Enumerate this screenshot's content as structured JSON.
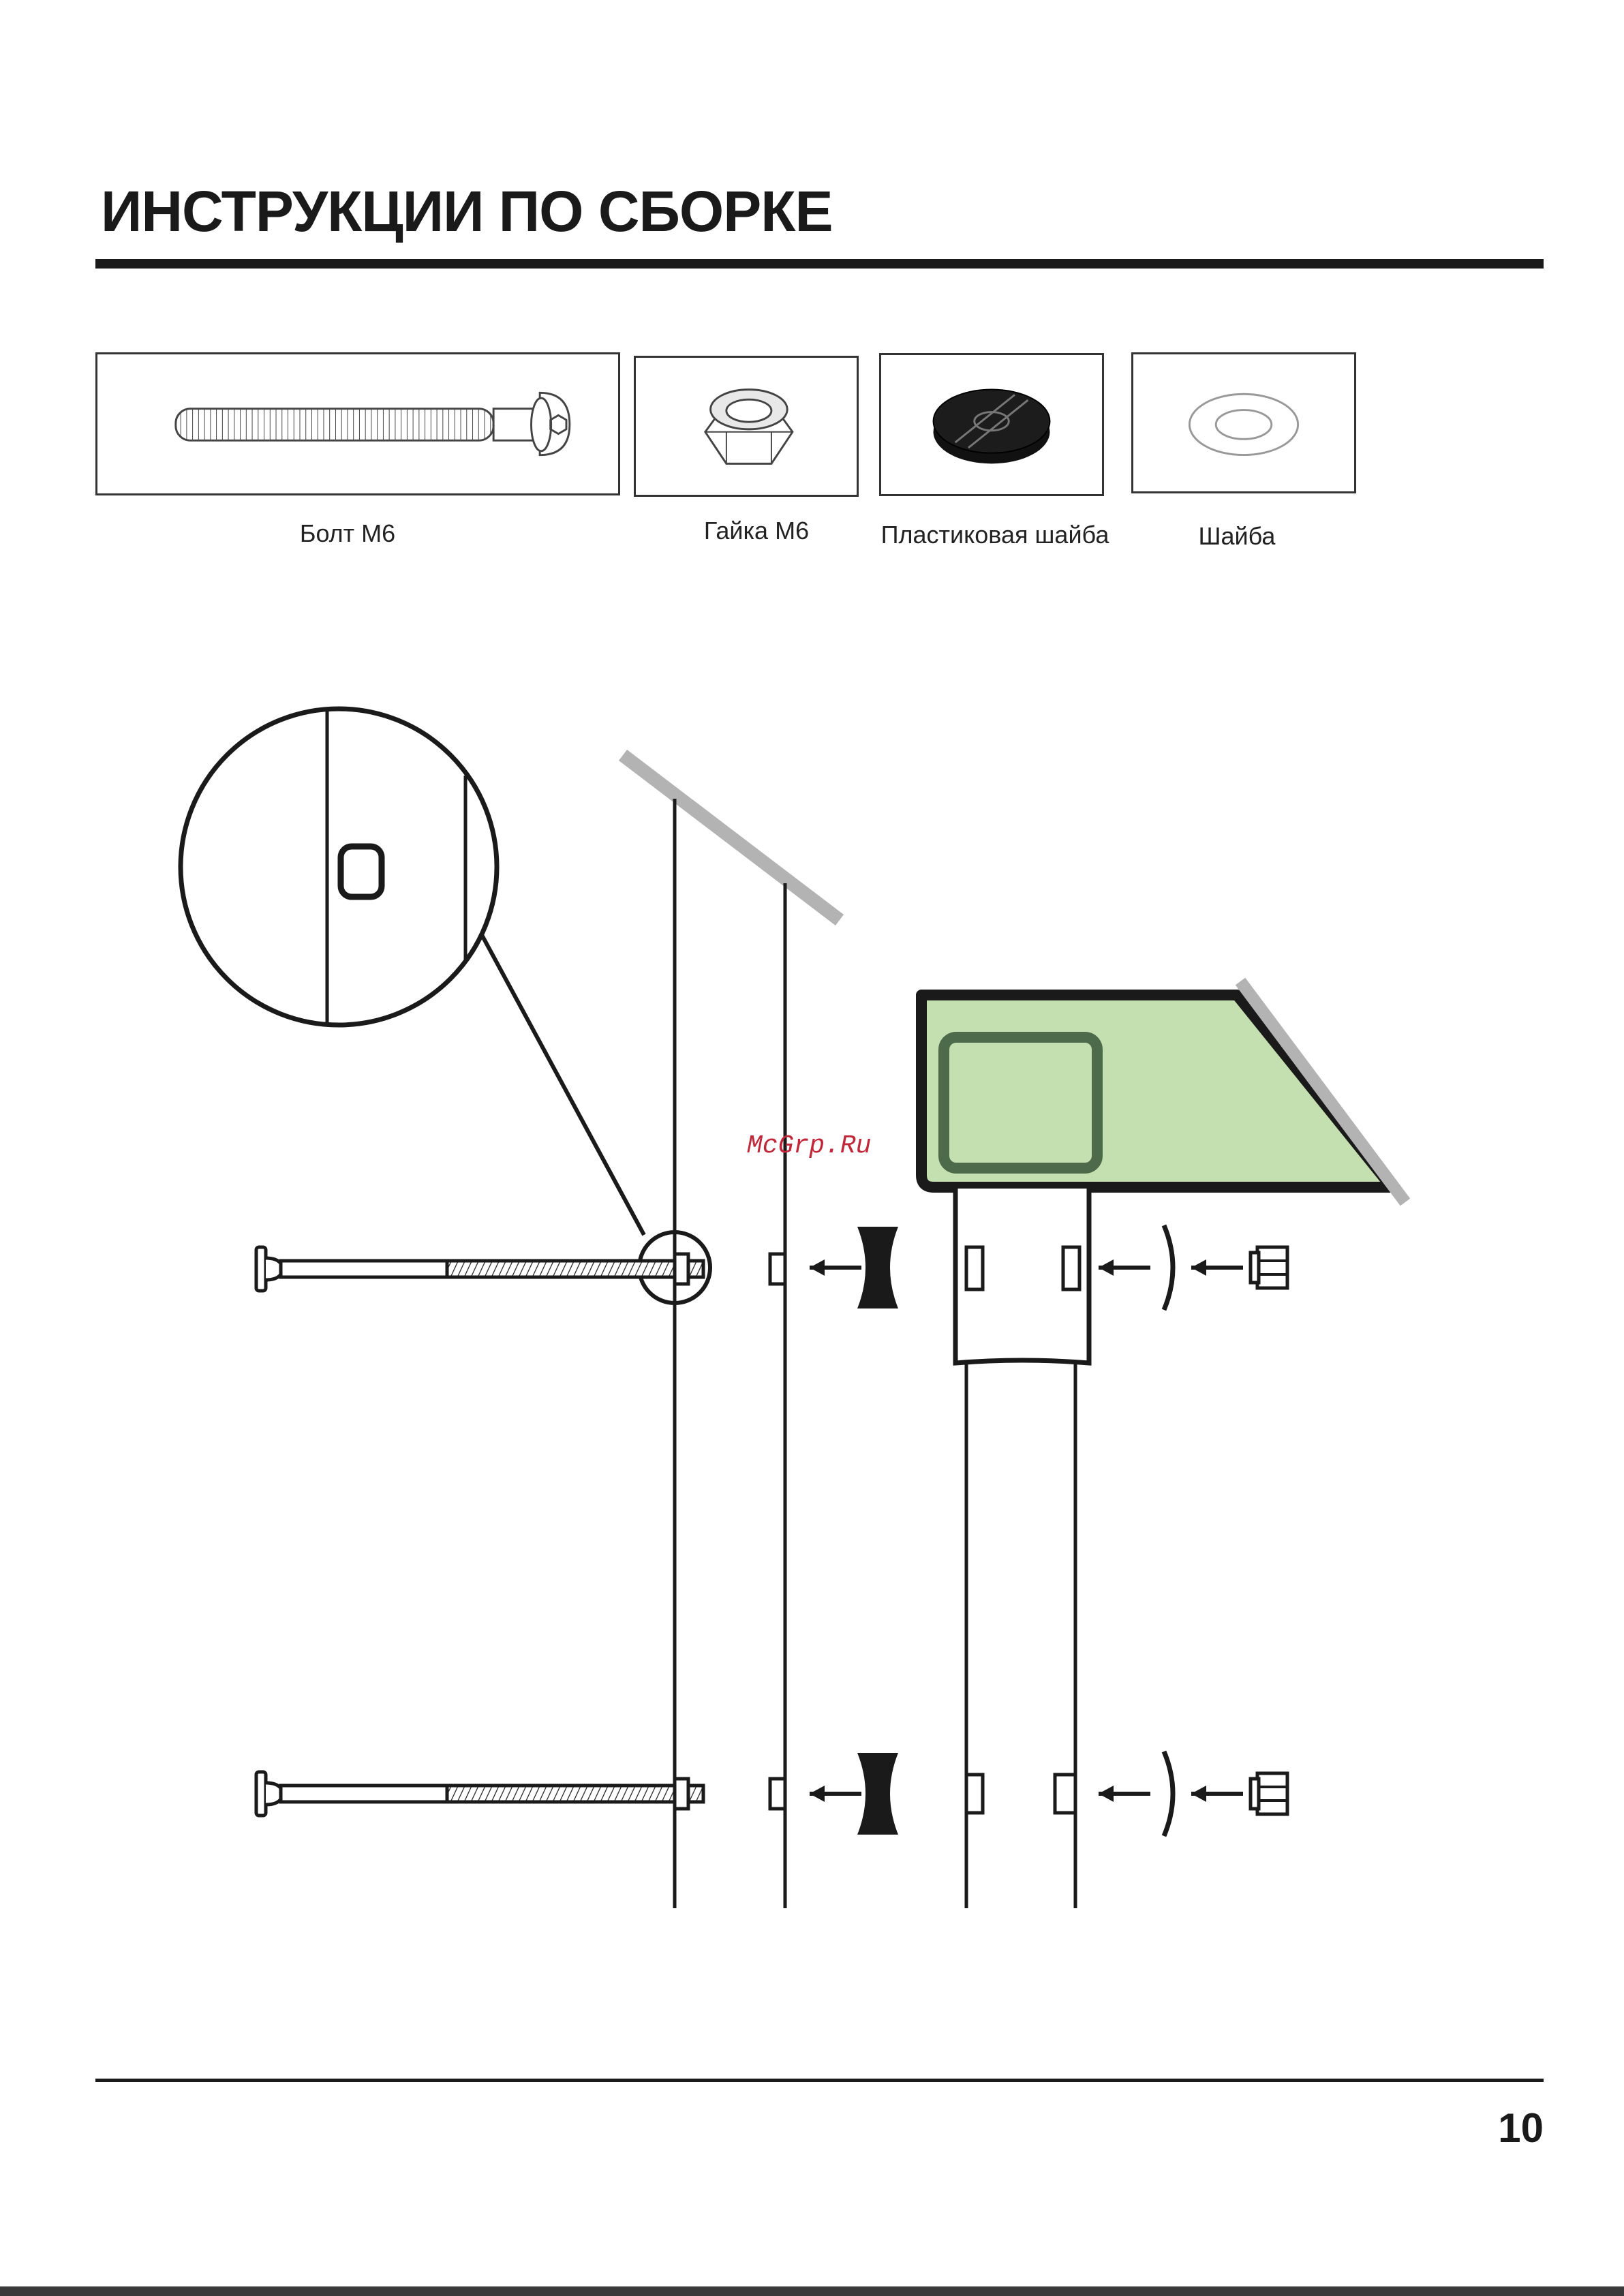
{
  "header": {
    "title": "ИНСТРУКЦИИ ПО СБОРКЕ"
  },
  "parts": [
    {
      "label": "Болт М6",
      "icon": "bolt-icon"
    },
    {
      "label": "Гайка М6",
      "icon": "nut-icon"
    },
    {
      "label": "Пластиковая шайба",
      "icon": "plastic-washer-icon"
    },
    {
      "label": "Шайба",
      "icon": "washer-icon"
    }
  ],
  "watermark": "McGrp.Ru",
  "footer": {
    "page_number": "10"
  },
  "colors": {
    "highlight": "#c5e0b0",
    "ink": "#1a1a1a",
    "frame_gray": "#b3b3b3"
  }
}
